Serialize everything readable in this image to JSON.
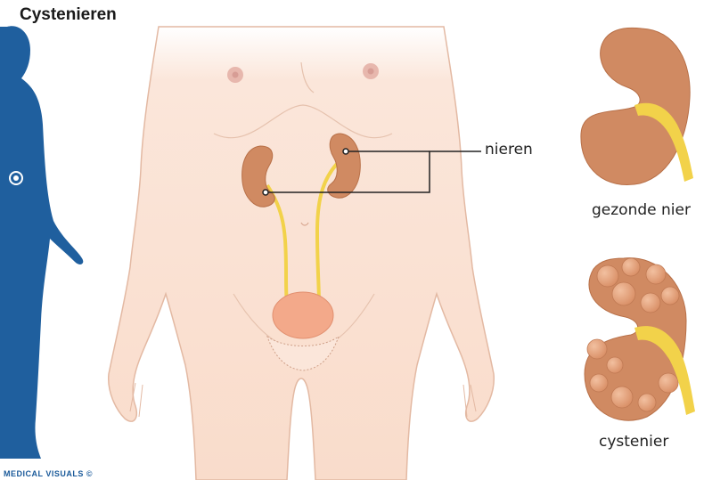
{
  "title": "Cystenieren",
  "labels": {
    "kidneys": "nieren",
    "healthy_kidney": "gezonde nier",
    "cystic_kidney": "cystenier"
  },
  "credit": "MEDICAL VISUALS ©",
  "icons": {
    "silhouette": "human-silhouette-icon",
    "location_marker": "target-marker-icon"
  },
  "colors": {
    "skin": "#fbe3d6",
    "kidney": "#d08a62",
    "ureter": "#f2d24a",
    "bladder": "#f3a98a",
    "silhouette": "#1f5f9e"
  }
}
